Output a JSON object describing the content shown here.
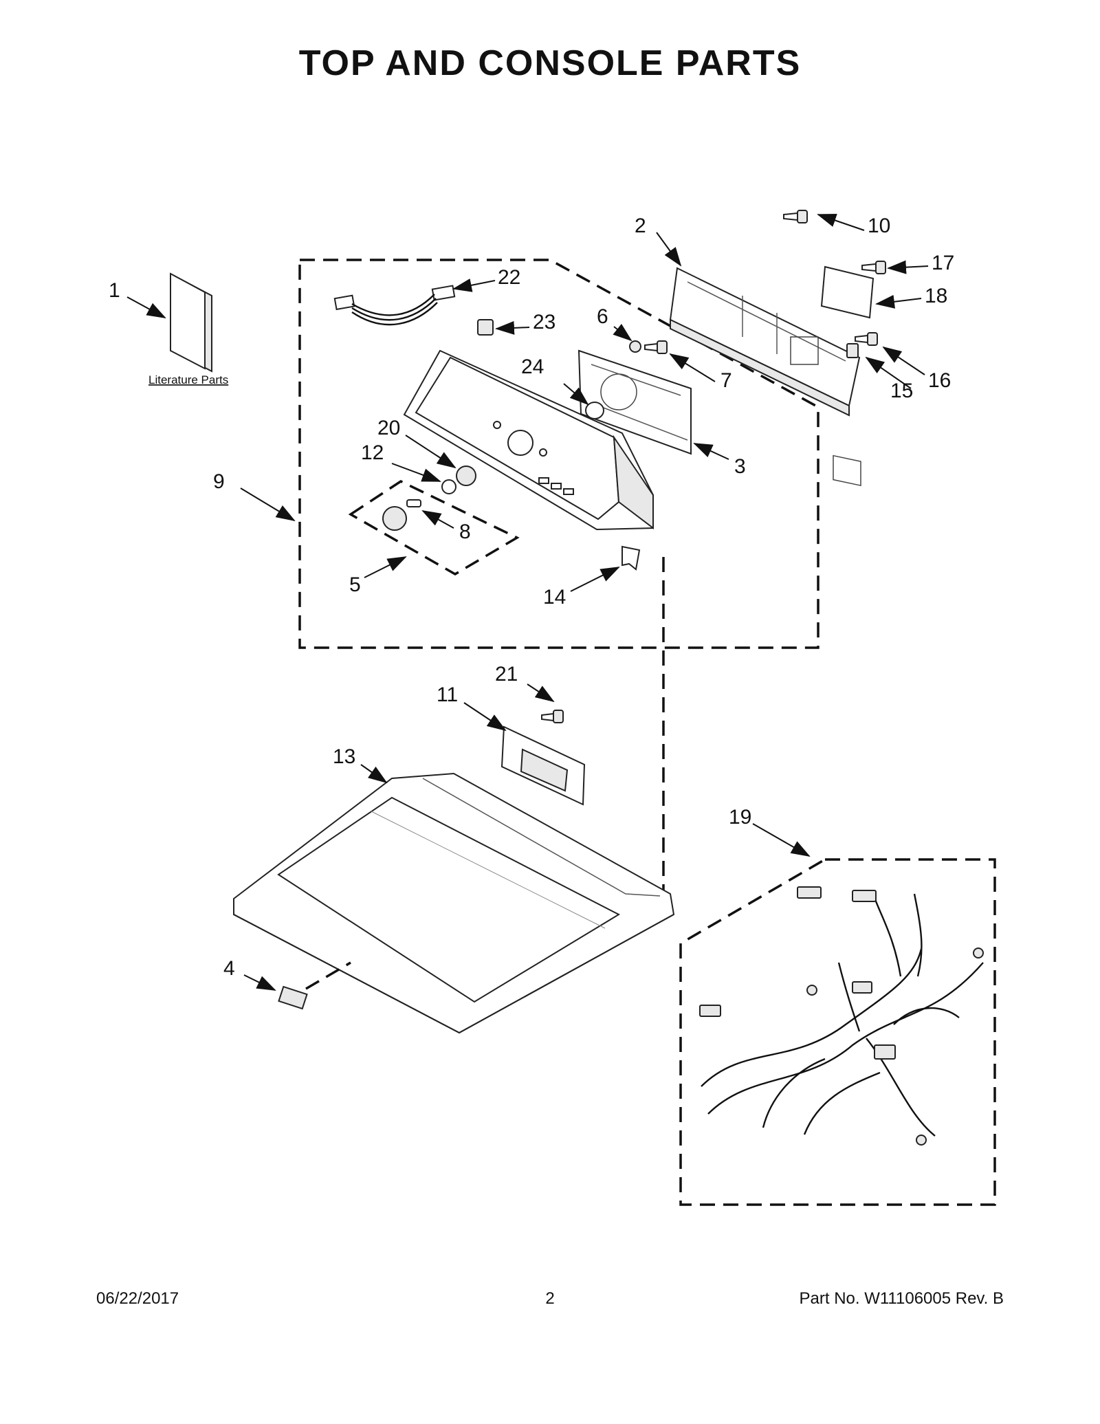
{
  "title": "TOP AND CONSOLE PARTS",
  "literature_label": "Literature Parts",
  "callouts": [
    "1",
    "2",
    "3",
    "4",
    "5",
    "6",
    "7",
    "8",
    "9",
    "10",
    "11",
    "12",
    "13",
    "14",
    "15",
    "16",
    "17",
    "18",
    "19",
    "20",
    "21",
    "22",
    "23",
    "24"
  ],
  "footer": {
    "date": "06/22/2017",
    "page": "2",
    "part_no": "Part No.  W11106005  Rev.  B"
  }
}
